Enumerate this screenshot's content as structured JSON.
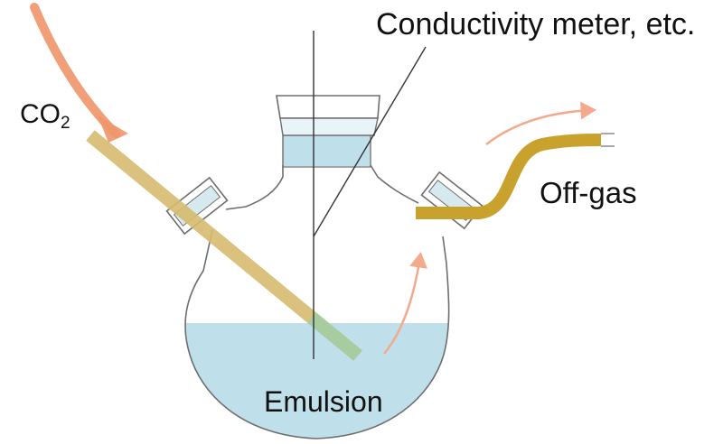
{
  "labels": {
    "conductivity": "Conductivity meter, etc.",
    "co2_main": "CO",
    "co2_sub": "2",
    "offgas": "Off-gas",
    "emulsion": "Emulsion"
  },
  "colors": {
    "liquid": "#bfe0ea",
    "glass_outline": "#6e6e6e",
    "co2_arrow": "#f0956a",
    "co2_tube": "#d7bb6f",
    "offgas_tube": "#c9a22e",
    "flow_arrow": "#f3a98c"
  }
}
